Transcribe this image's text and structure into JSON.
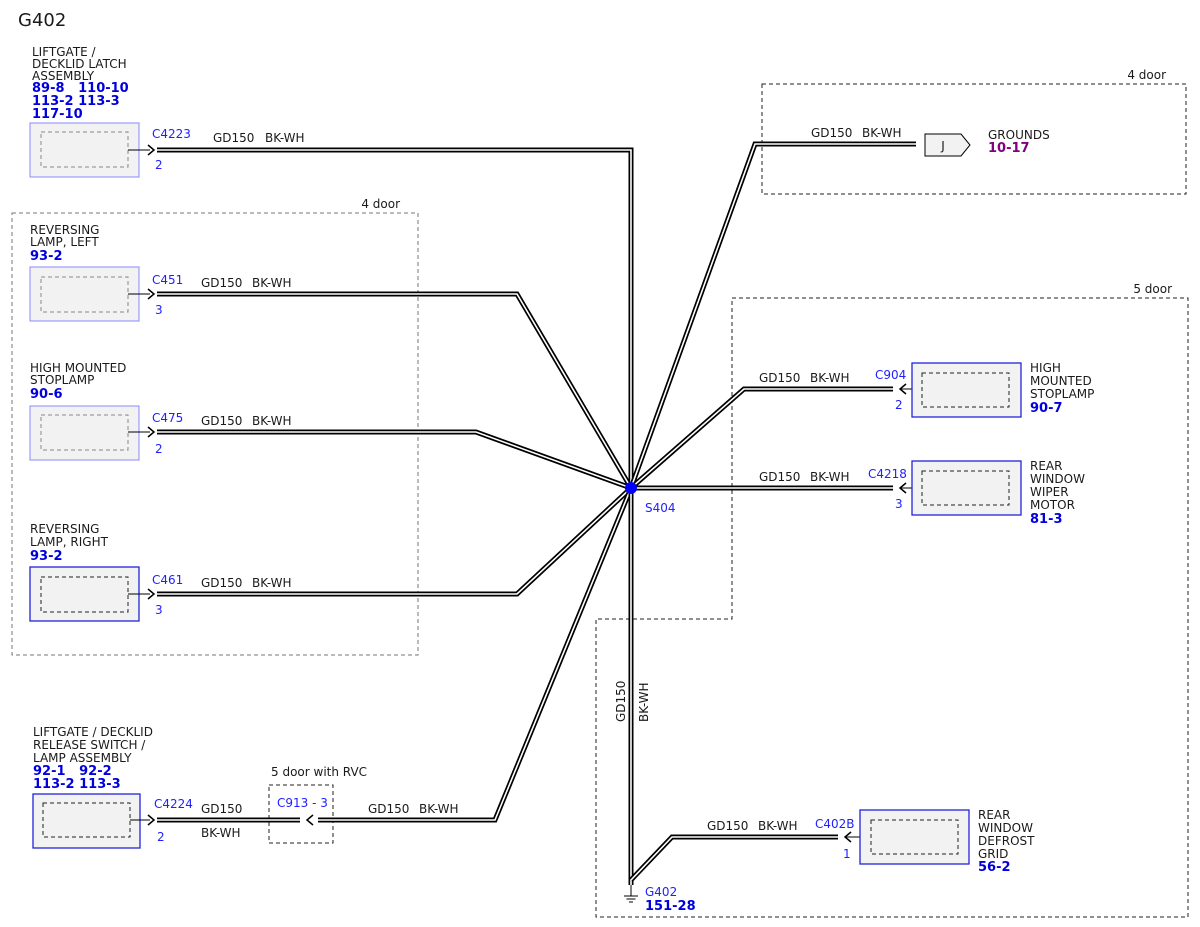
{
  "title": "G402",
  "wire": {
    "circuit": "GD150",
    "color": "BK-WH"
  },
  "splice": {
    "id": "S404"
  },
  "ground": {
    "id": "G402",
    "ref": "151-28"
  },
  "groups": {
    "left_4door": "4 door",
    "top_right_4door": "4 door",
    "right_5door": "5 door",
    "rvc": "5 door with RVC"
  },
  "components": {
    "latch": {
      "lines": [
        "LIFTGATE /",
        "DECKLID LATCH",
        "ASSEMBLY"
      ],
      "refs": [
        "89-8   110-10",
        "113-2 113-3",
        "117-10"
      ],
      "connector": "C4223",
      "pin": "2"
    },
    "rev_left": {
      "lines": [
        "REVERSING",
        "LAMP, LEFT"
      ],
      "refs": [
        "93-2"
      ],
      "connector": "C451",
      "pin": "3"
    },
    "hmsl_left": {
      "lines": [
        "HIGH MOUNTED",
        "STOPLAMP"
      ],
      "refs": [
        "90-6"
      ],
      "connector": "C475",
      "pin": "2"
    },
    "rev_right": {
      "lines": [
        "REVERSING",
        "LAMP, RIGHT"
      ],
      "refs": [
        "93-2"
      ],
      "connector": "C461",
      "pin": "3"
    },
    "release": {
      "lines": [
        "LIFTGATE / DECKLID",
        "RELEASE SWITCH /",
        "LAMP ASSEMBLY"
      ],
      "refs": [
        "92-1   92-2",
        "113-2 113-3"
      ],
      "connector": "C4224",
      "pin": "2"
    },
    "inline": {
      "label": "C913 - 3"
    },
    "grounds": {
      "label": "GROUNDS",
      "ref": "10-17",
      "tag": "J"
    },
    "hmsl_right": {
      "lines": [
        "HIGH",
        "MOUNTED",
        "STOPLAMP"
      ],
      "refs": [
        "90-7"
      ],
      "connector": "C904",
      "pin": "2"
    },
    "wiper": {
      "lines": [
        "REAR",
        "WINDOW",
        "WIPER",
        "MOTOR"
      ],
      "refs": [
        "81-3"
      ],
      "connector": "C4218",
      "pin": "3"
    },
    "defrost": {
      "lines": [
        "REAR",
        "WINDOW",
        "DEFROST",
        "GRID"
      ],
      "refs": [
        "56-2"
      ],
      "connector": "C402B",
      "pin": "1"
    }
  }
}
